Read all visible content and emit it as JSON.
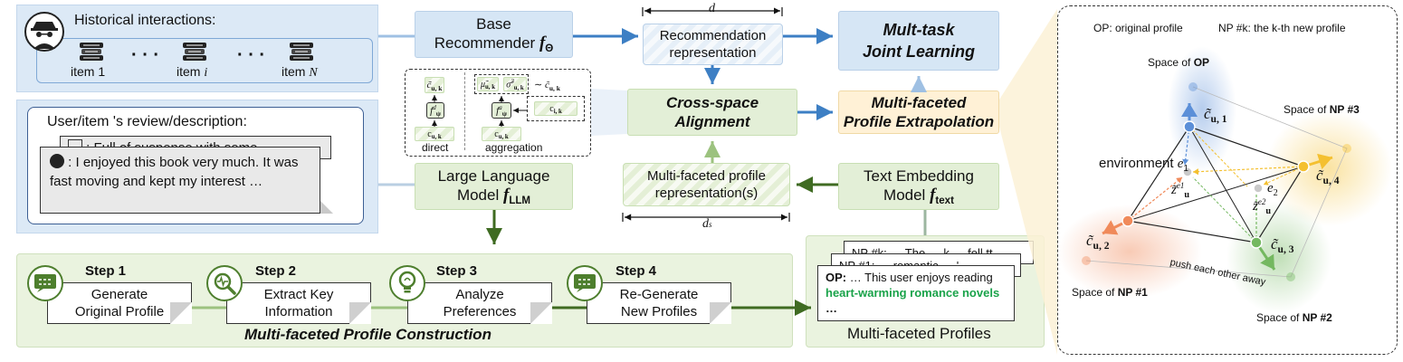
{
  "history": {
    "title": "Historical interactions:",
    "item_first": "item 1",
    "item_mid": "item",
    "item_mid_var": "i",
    "item_last": "item",
    "item_last_var": "N",
    "ellipsis": "· · ·"
  },
  "review": {
    "title": "User/item 's review/description:",
    "back_text": ": Full of suspense with some",
    "front_text": ": I enjoyed this book very much. It was fast moving and kept my interest …"
  },
  "base_recommender": {
    "line1": "Base",
    "line2": "Recommender",
    "symbol": "f",
    "subscript": "Θ"
  },
  "llm": {
    "line1": "Large Language",
    "line2": "Model",
    "symbol": "f",
    "subscript": "LLM"
  },
  "rec_repr": {
    "line1": "Recommendation",
    "line2": "representation",
    "dim": "d"
  },
  "multitask": {
    "line1": "Mult-task",
    "line2": "Joint Learning"
  },
  "cross_space": {
    "line1": "Cross-space",
    "line2": "Alignment"
  },
  "mfpe": {
    "line1": "Multi-faceted",
    "line2": "Profile Extrapolation"
  },
  "mf_repr": {
    "line1": "Multi-faceted profile",
    "line2": "representation(s)",
    "dim": "d",
    "dim_sub": "s"
  },
  "text_embed": {
    "line1": "Text Embedding",
    "line2": "Model",
    "symbol": "f",
    "subscript": "text"
  },
  "inset": {
    "direct_label": "direct",
    "aggregation_label": "aggregation",
    "c_uk": "c̃",
    "sub_uk": "u, k",
    "f_psi": "f",
    "sup_d": "d",
    "sup_a": "a",
    "sub_psi": "ψ",
    "mu": "μ̃",
    "sigma": "σ̃",
    "sup_2": "2",
    "tilde_sim": "∼ c̃",
    "c_ik": "c",
    "sub_ik": "i, k"
  },
  "steps": [
    {
      "label": "Step 1",
      "line1": "Generate",
      "line2": "Original Profile",
      "icon": "screen-icon"
    },
    {
      "label": "Step 2",
      "line1": "Extract Key",
      "line2": "Information",
      "icon": "magnifier-icon"
    },
    {
      "label": "Step 3",
      "line1": "Analyze",
      "line2": "Preferences",
      "icon": "lightbulb-icon"
    },
    {
      "label": "Step 4",
      "line1": "Re-Generate",
      "line2": "New Profiles",
      "icon": "screen-icon"
    }
  ],
  "construction_title": "Multi-faceted Profile Construction",
  "profiles": {
    "back2": "NP #k: … The … k … fell tt…",
    "back1": "NP #1: … romantic … '…",
    "front_prefix": "OP:",
    "front_text": "… This user enjoys reading",
    "front_highlight": "heart-warming romance novels",
    "front_suffix": "…",
    "caption": "Multi-faceted Profiles"
  },
  "right_panel": {
    "legend_op": "OP: original profile",
    "legend_np": "NP #k: the k-th new profile",
    "space_op_prefix": "Space of",
    "space_op": "OP",
    "space_np3_prefix": "Space of",
    "space_np3": "NP #3",
    "space_np1_prefix": "Space of",
    "space_np1": "NP #1",
    "space_np2_prefix": "Space of",
    "space_np2": "NP #2",
    "environment": "environment",
    "e1": "e",
    "e1_sub": "1",
    "e2": "e",
    "e2_sub": "2",
    "c_u1": "c̃",
    "c_u1_sub": "u, 1",
    "c_u2": "c̃",
    "c_u2_sub": "u, 2",
    "c_u3": "c̃",
    "c_u3_sub": "u, 3",
    "c_u4": "c̃",
    "c_u4_sub": "u, 4",
    "z1": "z̃",
    "z1_sub": "u",
    "z1_sup": "e1",
    "z2": "z̃",
    "z2_sub": "u",
    "z2_sup": "e2",
    "push": "push each other away"
  },
  "colors": {
    "arrow_blue": "#3d7fc4",
    "arrow_green": "#3f6b22",
    "accent_green": "#1aa34a",
    "op_blue": "#5b8fd8",
    "np1_orange": "#f08a5a",
    "np2_green": "#74b860",
    "np3_yellow": "#f4c030"
  }
}
